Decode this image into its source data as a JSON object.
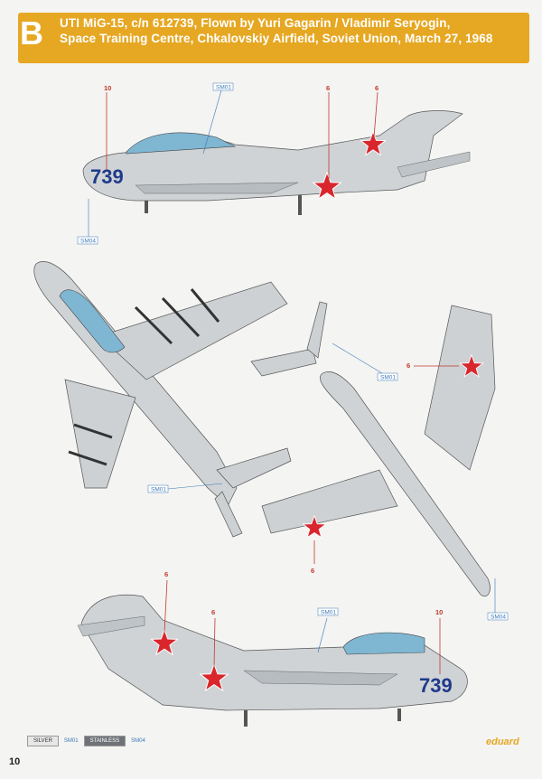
{
  "header": {
    "profile_letter": "B",
    "title_line1": "UTI MiG-15, c/n 612739, Flown by Yuri Gagarin / Vladimir Seryogin,",
    "title_line2": "Space Training Centre, Chkalovskiy Airfield, Soviet Union, March 27, 1968",
    "color": "#e6a722"
  },
  "callouts": {
    "side_top": {
      "n10": "10",
      "n6a": "6",
      "n6b": "6",
      "ref_sm01": "SM01",
      "ref_sm04": "SM04"
    },
    "upper_view": {
      "ref_sm01": "SM01"
    },
    "lower_view": {
      "n6a": "6",
      "n6b": "6",
      "ref_sm01": "SM01",
      "ref_sm04": "SM04"
    },
    "side_bottom": {
      "n6a": "6",
      "n6b": "6",
      "n10": "10",
      "ref_sm01": "SM01"
    }
  },
  "aircraft": {
    "tail_number": "739",
    "star_color": "#d9262c",
    "number_color": "#1f3a8a",
    "silver_color": "#cfd3d6"
  },
  "legend": {
    "silver_label": "SILVER",
    "silver_code": "SM01",
    "stainless_label": "STAINLESS",
    "stainless_code": "SM04"
  },
  "footer": {
    "page_number": "10",
    "brand": "eduard"
  }
}
